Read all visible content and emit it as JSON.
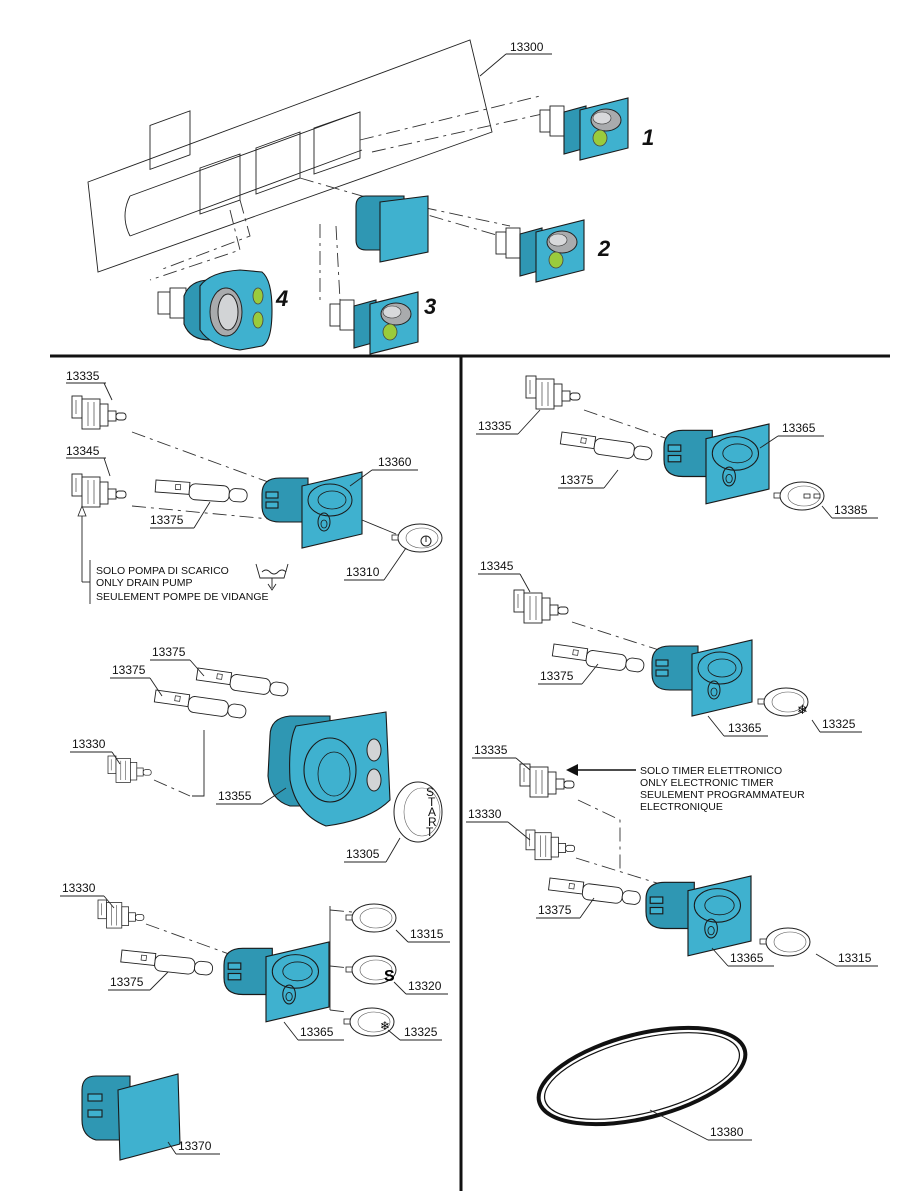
{
  "top": {
    "panel_ref": "13300",
    "position_numbers": [
      "1",
      "2",
      "3",
      "4"
    ]
  },
  "left": {
    "group1": {
      "refs": {
        "switch_a": "13335",
        "switch_b": "13345",
        "rod": "13375",
        "housing": "13360",
        "knob": "13310"
      },
      "note": [
        "SOLO POMPA DI SCARICO",
        "ONLY DRAIN PUMP",
        "SEULEMENT POMPE DE VIDANGE"
      ]
    },
    "group2": {
      "refs": {
        "rod_a": "13375",
        "rod_b": "13375",
        "switch": "13330",
        "housing": "13355",
        "knob": "13305"
      },
      "knob_text": [
        "S",
        "T",
        "A",
        "R",
        "T"
      ]
    },
    "group3": {
      "refs": {
        "switch": "13330",
        "rod": "13375",
        "housing": "13365",
        "knob_a": "13315",
        "knob_b": "13320",
        "knob_c": "13325"
      }
    },
    "group4": {
      "refs": {
        "cover": "13370"
      }
    }
  },
  "right": {
    "group1": {
      "refs": {
        "switch": "13335",
        "rod": "13375",
        "housing": "13365",
        "knob": "13385"
      }
    },
    "group2": {
      "refs": {
        "switch": "13345",
        "rod": "13375",
        "housing": "13365",
        "knob": "13325"
      }
    },
    "group3": {
      "refs": {
        "switch_a": "13335",
        "switch_b": "13330",
        "rod": "13375",
        "housing": "13365",
        "knob": "13315"
      },
      "note": [
        "SOLO TIMER ELETTRONICO",
        "ONLY ELECTRONIC TIMER",
        "SEULEMENT PROGRAMMATEUR",
        "ELECTRONIQUE"
      ]
    },
    "belt": {
      "refs": {
        "belt": "13380"
      }
    }
  },
  "colors": {
    "housing": "#3fb1cf",
    "housing_shade": "#2f97b3",
    "indicator_led": "#9acb3c",
    "knob_grey": "#a9abad"
  }
}
